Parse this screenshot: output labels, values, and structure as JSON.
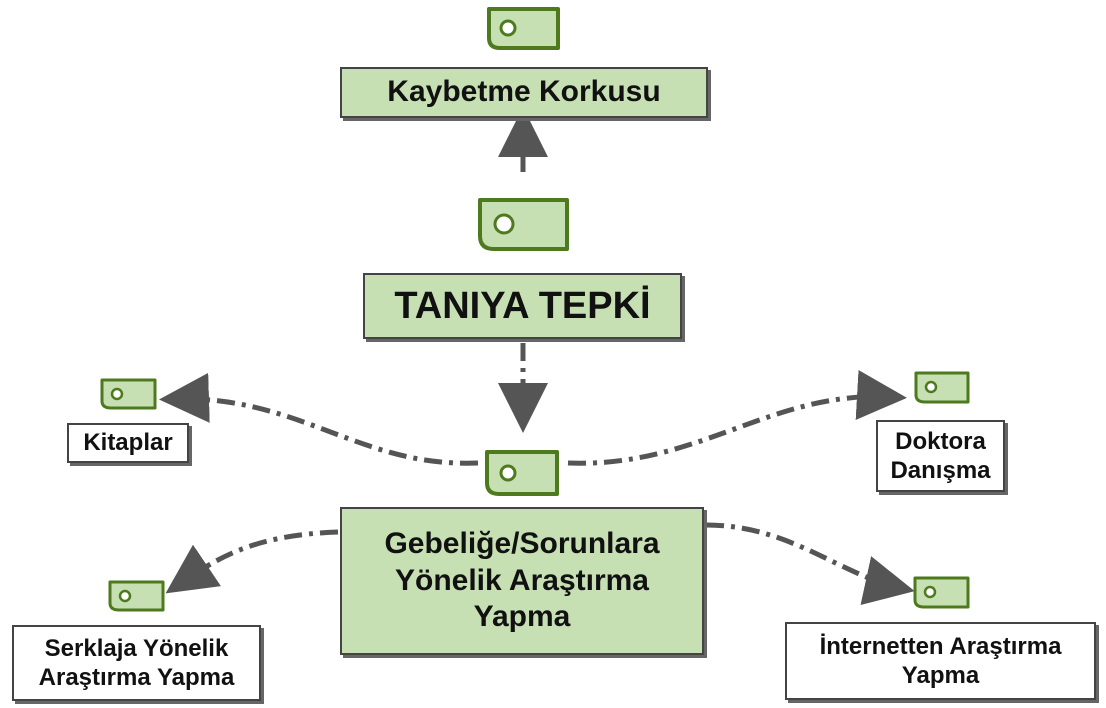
{
  "colors": {
    "node_fill": "#c6e0b4",
    "tag_fill": "#c6e0b4",
    "tag_stroke": "#4e7a1e",
    "connector": "#555555",
    "border": "#444444"
  },
  "nodes": {
    "fear": "Kaybetme Korkusu",
    "reaction": "TANIYA TEPKİ",
    "research": "Gebeliğe/Sorunlara\nYönelik Araştırma\nYapma",
    "books": "Kitaplar",
    "doctor": "Doktora\nDanışma",
    "cerclage": "Serklaja Yönelik\nAraştırma Yapma",
    "internet": "İnternetten Araştırma\nYapma"
  },
  "icons": {
    "tag": "tag-icon"
  }
}
